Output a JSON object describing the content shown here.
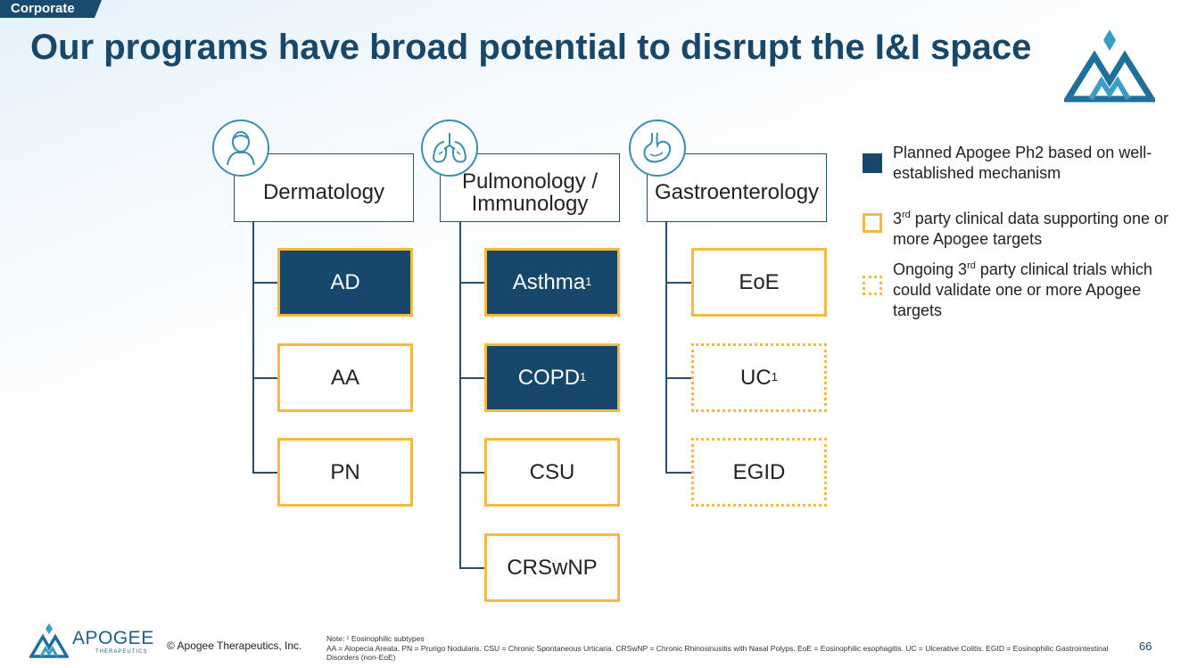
{
  "tag": "Corporate",
  "title": "Our programs have broad potential to disrupt the I&I space",
  "columns": {
    "derm": {
      "icon": "person-icon",
      "header": "Dermatology",
      "nodes": [
        {
          "label": "AD",
          "sup": "",
          "style": "filled"
        },
        {
          "label": "AA",
          "sup": "",
          "style": "solid"
        },
        {
          "label": "PN",
          "sup": "",
          "style": "solid"
        }
      ]
    },
    "pulm": {
      "icon": "lungs-icon",
      "header_line1": "Pulmonology /",
      "header_line2": "Immunology",
      "nodes": [
        {
          "label": "Asthma",
          "sup": "1",
          "style": "filled"
        },
        {
          "label": "COPD",
          "sup": "1",
          "style": "filled"
        },
        {
          "label": "CSU",
          "sup": "",
          "style": "solid"
        },
        {
          "label": "CRSwNP",
          "sup": "",
          "style": "solid"
        }
      ]
    },
    "gastro": {
      "icon": "stomach-icon",
      "header": "Gastroenterology",
      "nodes": [
        {
          "label": "EoE",
          "sup": "",
          "style": "solid"
        },
        {
          "label": "UC",
          "sup": "1",
          "style": "dotted"
        },
        {
          "label": "EGID",
          "sup": "",
          "style": "dotted"
        }
      ]
    }
  },
  "legend": {
    "filled": "Planned Apogee Ph2 based on well-established mechanism",
    "solid_pre": "3",
    "solid_sup": "rd",
    "solid_post": " party clinical data supporting one or more Apogee targets",
    "dotted_pre": "Ongoing 3",
    "dotted_sup": "rd",
    "dotted_post": " party clinical trials which could validate one or more Apogee targets"
  },
  "footer": {
    "logo_name": "APOGEE",
    "logo_sub": "THERAPEUTICS",
    "copyright": "© Apogee Therapeutics, Inc.",
    "note_line1": "Note: ¹ Eosinophilic subtypes",
    "note_line2": "AA = Alopecia Areata. PN = Prurigo Nodularis. CSU = Chronic Spontaneous Urticaria. CRSwNP = Chronic Rhinosinusitis with Nasal Polyps. EoE = Eosinophilic esophagitis. UC = Ulcerative Colitis. EGID = Eosinophilic Gastrointestinal Disorders (non-EoE)",
    "page": "66"
  },
  "colors": {
    "navy": "#17476b",
    "gold": "#f3b942",
    "teal": "#3a8fae"
  }
}
